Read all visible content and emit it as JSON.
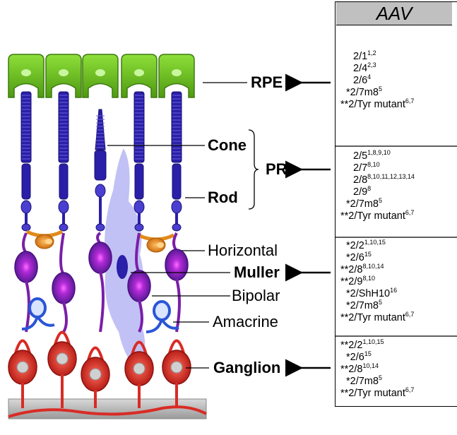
{
  "header": "AAV",
  "cell_labels": {
    "rpe": "RPE",
    "cone": "Cone",
    "pr": "PR",
    "rod": "Rod",
    "horizontal": "Horizontal",
    "muller": "Muller",
    "bipolar": "Bipolar",
    "amacrine": "Amacrine",
    "ganglion": "Ganglion"
  },
  "aav_groups": [
    {
      "target": "RPE",
      "rows": [
        {
          "prefix": "",
          "text": "2/1",
          "refs": "1,2"
        },
        {
          "prefix": "",
          "text": "2/4",
          "refs": "2,3"
        },
        {
          "prefix": "",
          "text": "2/6",
          "refs": "4"
        },
        {
          "prefix": "*",
          "text": "2/7m8",
          "refs": "5"
        },
        {
          "prefix": "**",
          "text": "2/Tyr mutant",
          "refs": "6,7"
        }
      ]
    },
    {
      "target": "PR",
      "rows": [
        {
          "prefix": "",
          "text": "2/5",
          "refs": "1,8,9,10"
        },
        {
          "prefix": "",
          "text": "2/7",
          "refs": "8,10"
        },
        {
          "prefix": "",
          "text": "2/8",
          "refs": "8,10,11,12,13,14"
        },
        {
          "prefix": "",
          "text": "2/9",
          "refs": "8"
        },
        {
          "prefix": "*",
          "text": "2/7m8",
          "refs": "5"
        },
        {
          "prefix": "**",
          "text": "2/Tyr mutant",
          "refs": "6,7"
        }
      ]
    },
    {
      "target": "Muller",
      "rows": [
        {
          "prefix": "*",
          "text": "2/2",
          "refs": "1,10,15"
        },
        {
          "prefix": "*",
          "text": "2/6",
          "refs": "15"
        },
        {
          "prefix": "**",
          "text": "2/8",
          "refs": "8,10,14"
        },
        {
          "prefix": "**",
          "text": "2/9",
          "refs": "8,10"
        },
        {
          "prefix": "*",
          "text": "2/ShH10",
          "refs": "16"
        },
        {
          "prefix": "*",
          "text": "2/7m8",
          "refs": "5"
        },
        {
          "prefix": "**",
          "text": "2/Tyr mutant",
          "refs": "6,7"
        }
      ]
    },
    {
      "target": "Ganglion",
      "rows": [
        {
          "prefix": "**",
          "text": "2/2",
          "refs": "1,10,15"
        },
        {
          "prefix": "*",
          "text": "2/6",
          "refs": "15"
        },
        {
          "prefix": "**",
          "text": "2/8",
          "refs": "10,14"
        },
        {
          "prefix": "*",
          "text": "2/7m8",
          "refs": "5"
        },
        {
          "prefix": "**",
          "text": "2/Tyr mutant",
          "refs": "6,7"
        }
      ]
    }
  ],
  "colors": {
    "rpe": "#6ec01f",
    "photoreceptor": "#2a1fa8",
    "horizontal": "#e08a1c",
    "bipolar": "#7a1fa8",
    "muller": "#b7b6f3",
    "amacrine": "#2a55d6",
    "ganglion": "#d92b25",
    "membrane": "#b5b5b5"
  }
}
